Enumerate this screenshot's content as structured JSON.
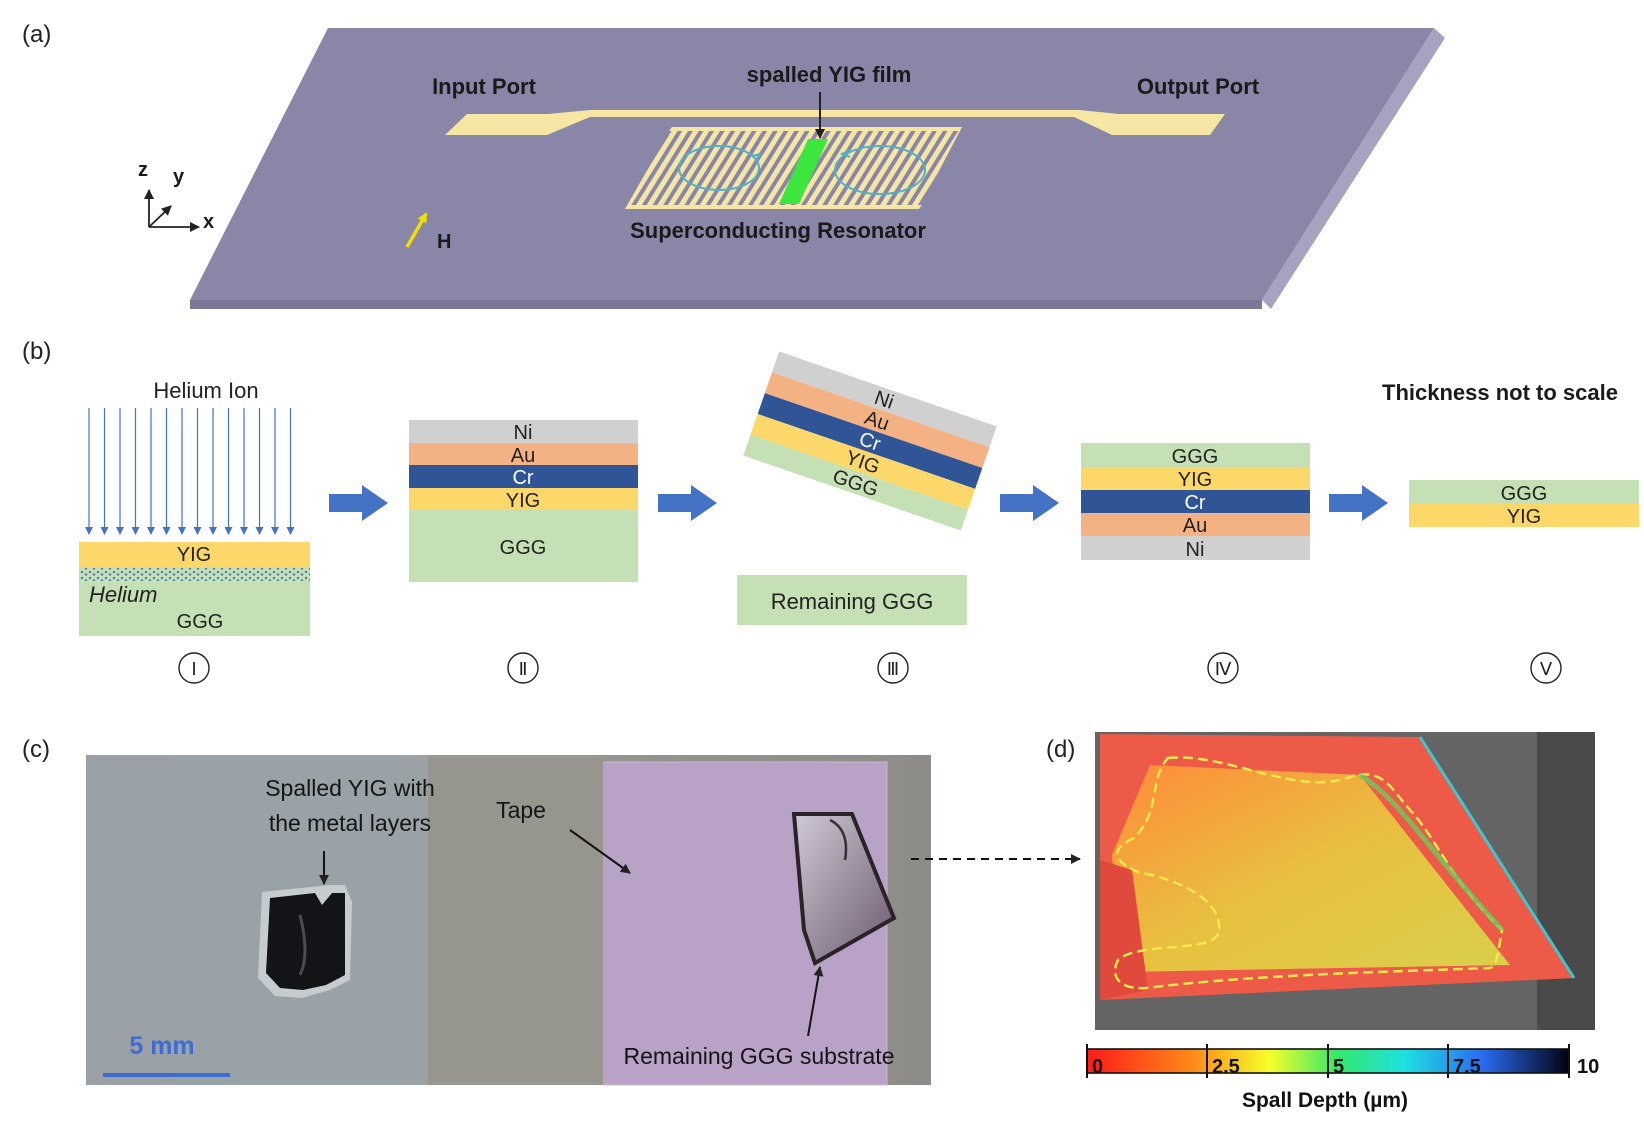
{
  "panels": {
    "a": {
      "label": "(a)",
      "input_port": "Input Port",
      "output_port": "Output Port",
      "film": "spalled YIG film",
      "resonator": "Superconducting Resonator",
      "axis_z": "z",
      "axis_y": "y",
      "axis_x": "x",
      "field": "H"
    },
    "b": {
      "label": "(b)",
      "note": "Thickness not to scale",
      "ion": "Helium Ion",
      "steps": [
        "Ⅰ",
        "Ⅱ",
        "Ⅲ",
        "Ⅳ",
        "Ⅴ"
      ],
      "s1": {
        "yig": "YIG",
        "helium": "Helium",
        "ggg": "GGG"
      },
      "s2": {
        "ni": "Ni",
        "au": "Au",
        "cr": "Cr",
        "yig": "YIG",
        "ggg": "GGG"
      },
      "s3": {
        "ni": "Ni",
        "au": "Au",
        "cr": "Cr",
        "yig": "YIG",
        "ggg": "GGG",
        "remaining": "Remaining GGG"
      },
      "s4": {
        "ggg": "GGG",
        "yig": "YIG",
        "cr": "Cr",
        "au": "Au",
        "ni": "Ni"
      },
      "s5": {
        "ggg": "GGG",
        "yig": "YIG"
      }
    },
    "c": {
      "label": "(c)",
      "spalled_line1": "Spalled YIG with",
      "spalled_line2": "the metal layers",
      "tape": "Tape",
      "remaining": "Remaining GGG substrate",
      "scale": "5 mm"
    },
    "d": {
      "label": "(d)",
      "colorbar_ticks": [
        "0",
        "2.5",
        "5",
        "7.5",
        "10"
      ],
      "colorbar_label": "Spall Depth (µm)"
    }
  },
  "colors": {
    "substrate_top": "#8a86a8",
    "gold": "#f5e6a3",
    "yig": "#fcd86a",
    "ggg": "#c5e0b4",
    "cr": "#2f5597",
    "au": "#f4b183",
    "ni": "#d0d0d0",
    "arrow": "#4472c4",
    "film": "#3ce63c"
  }
}
